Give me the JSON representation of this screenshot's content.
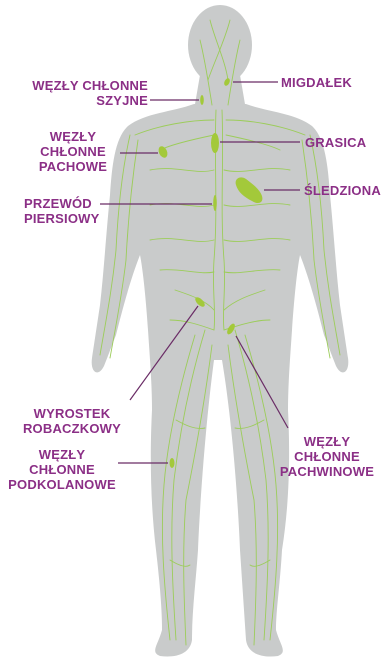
{
  "diagram": {
    "colors": {
      "body": "#c9cbcb",
      "body_shade": "#b3b5b5",
      "vessels": "#9ccc5a",
      "organs": "#a3c93a",
      "label_text": "#8b2f86",
      "leader_line": "#6a2c66"
    },
    "labels": {
      "szyjne": [
        "WĘZŁY CHŁONNE",
        "SZYJNE"
      ],
      "migdalek": [
        "MIGDAŁEK"
      ],
      "pachowe": [
        "WĘZŁY",
        "CHŁONNE",
        "PACHOWE"
      ],
      "grasica": [
        "GRASICA"
      ],
      "przewod": [
        "PRZEWÓD",
        "PIERSIOWY"
      ],
      "sledziona": [
        "ŚLEDZIONA"
      ],
      "wyrostek": [
        "WYROSTEK",
        "ROBACZKOWY"
      ],
      "pachwinowe": [
        "WĘZŁY",
        "CHŁONNE",
        "PACHWINOWE"
      ],
      "podkolanowe": [
        "WĘZŁY",
        "CHŁONNE",
        "PODKOLANOWE"
      ]
    }
  }
}
